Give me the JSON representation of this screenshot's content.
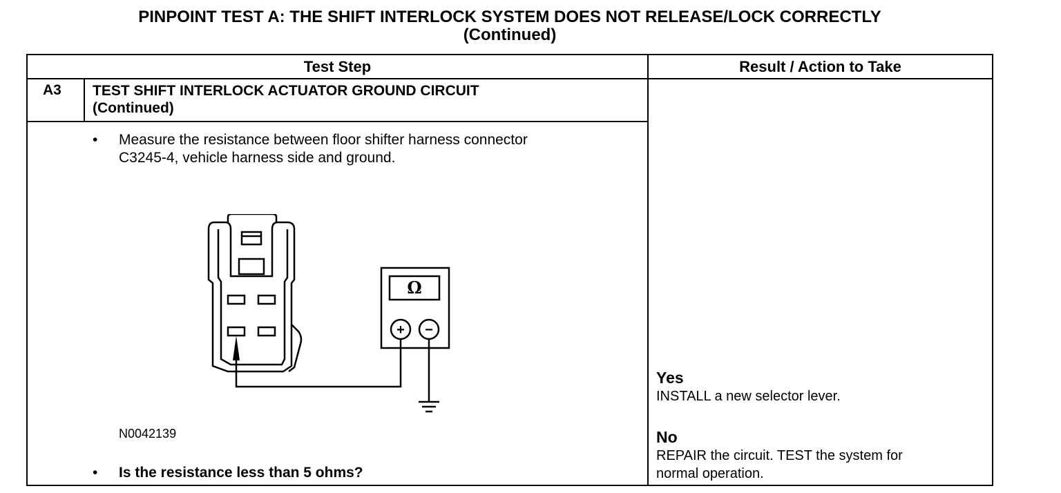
{
  "title": {
    "line1": "PINPOINT TEST  A: THE SHIFT INTERLOCK SYSTEM DOES NOT RELEASE/LOCK CORRECTLY",
    "line2": "(Continued)"
  },
  "table": {
    "col_test_step": "Test Step",
    "col_result": "Result / Action to Take",
    "step_id": "A3",
    "step_heading_1": "TEST SHIFT INTERLOCK ACTUATOR GROUND CIRCUIT",
    "step_heading_2": "(Continued)",
    "bullet_symbol": "•",
    "instruction_1": "Measure the resistance between floor shifter harness connector",
    "instruction_2": "C3245-4, vehicle harness side and ground.",
    "figure_code": "N0042139",
    "question": "Is the resistance less than 5 ohms?",
    "yes_label": "Yes",
    "yes_text": "INSTALL a new selector lever.",
    "no_label": "No",
    "no_text_1": "REPAIR the circuit. TEST the system for",
    "no_text_2": "normal operation."
  },
  "diagram": {
    "meter_symbol": "Ω",
    "plus_symbol": "+",
    "minus_symbol": "−"
  }
}
